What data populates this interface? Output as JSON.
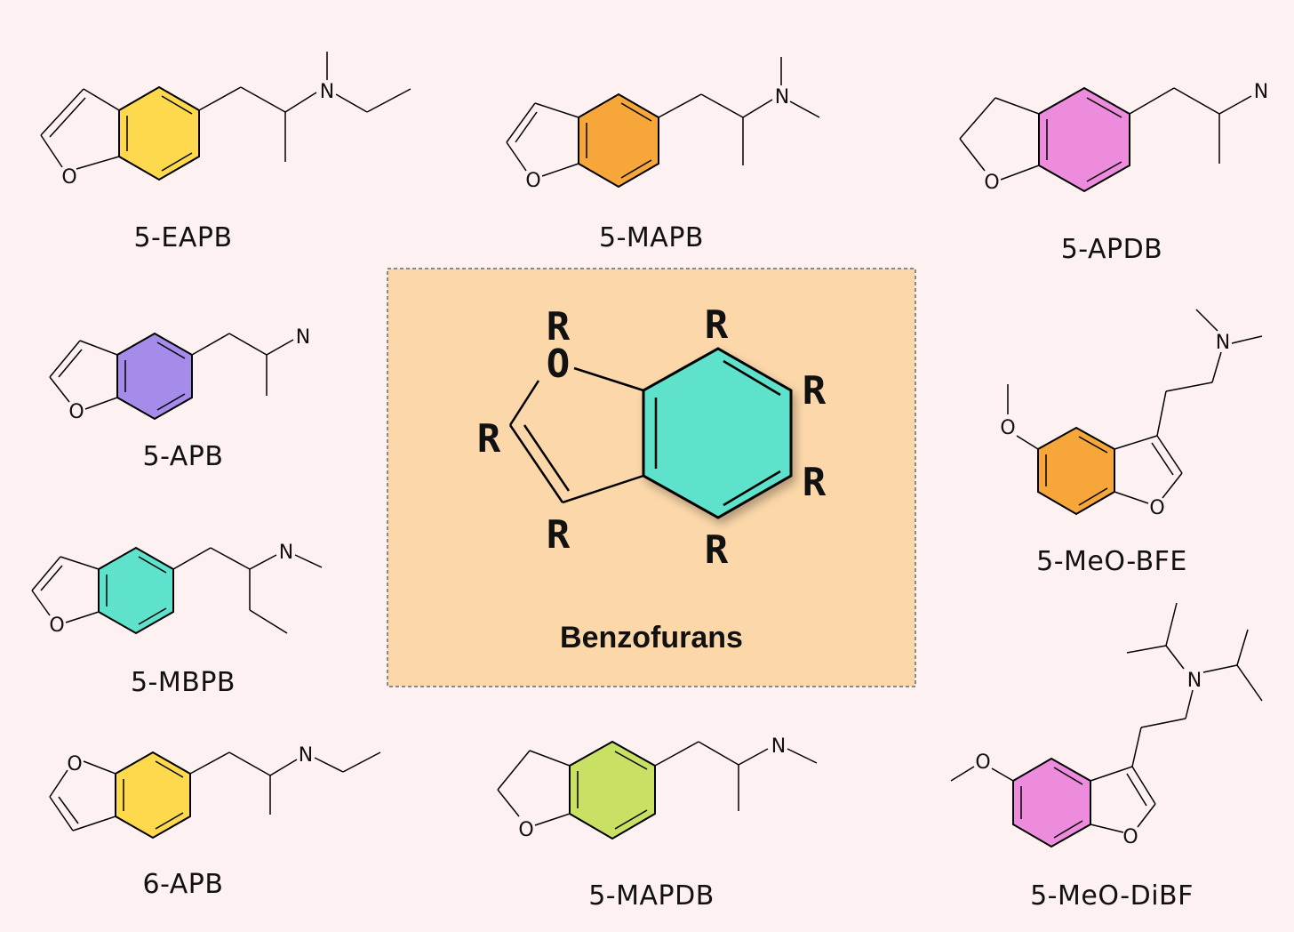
{
  "center": {
    "title": "Benzofurans",
    "ring_color": "#5fe2cb",
    "box_color": "#fbd7a9",
    "atoms": {
      "oxygen": "O",
      "r1": "R",
      "r2": "R",
      "r3": "R",
      "r4": "R",
      "r5": "R",
      "r6": "R",
      "r7": "R"
    }
  },
  "molecules": [
    {
      "id": "5-eapb",
      "name": "5-EAPB",
      "ring_color": "#fed94e",
      "atoms": {
        "oxygen": "O",
        "nitrogen": "N"
      }
    },
    {
      "id": "5-mapb",
      "name": "5-MAPB",
      "ring_color": "#f7a73a",
      "atoms": {
        "oxygen": "O",
        "nitrogen": "N"
      }
    },
    {
      "id": "5-apdb",
      "name": "5-APDB",
      "ring_color": "#ed8bdc",
      "atoms": {
        "oxygen": "O",
        "nitrogen": "N"
      }
    },
    {
      "id": "5-apb",
      "name": "5-APB",
      "ring_color": "#a58bea",
      "atoms": {
        "oxygen": "O",
        "nitrogen": "N"
      }
    },
    {
      "id": "5-meo-bfe",
      "name": "5-MeO-BFE",
      "ring_color": "#f7a73a",
      "atoms": {
        "oxygen": "O",
        "methoxy_oxygen": "O",
        "nitrogen": "N"
      }
    },
    {
      "id": "5-mbpb",
      "name": "5-MBPB",
      "ring_color": "#5fe2cb",
      "atoms": {
        "oxygen": "O",
        "nitrogen": "N"
      }
    },
    {
      "id": "6-apb",
      "name": "6-APB",
      "ring_color": "#fed94e",
      "atoms": {
        "oxygen": "O",
        "nitrogen": "N"
      }
    },
    {
      "id": "5-mapdb",
      "name": "5-MAPDB",
      "ring_color": "#c8e063",
      "atoms": {
        "oxygen": "O",
        "nitrogen": "N"
      }
    },
    {
      "id": "5-meo-dibf",
      "name": "5-MeO-DiBF",
      "ring_color": "#ed8bdc",
      "atoms": {
        "oxygen": "O",
        "methoxy_oxygen": "O",
        "nitrogen": "N"
      }
    }
  ]
}
